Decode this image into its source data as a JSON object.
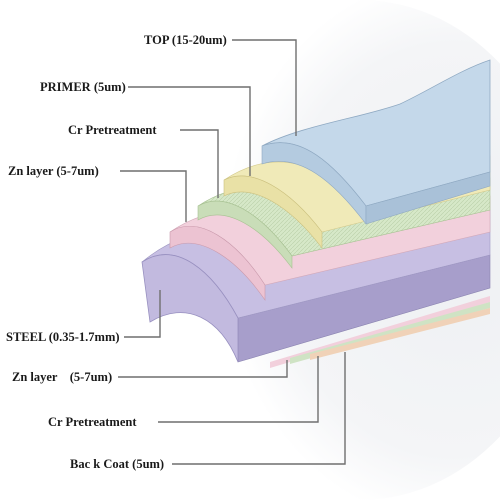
{
  "layers": [
    {
      "id": "top",
      "label": "TOP (15-20um)",
      "color": "#c4d8ea"
    },
    {
      "id": "primer",
      "label": "PRIMER (5um)",
      "color": "#f0eab8"
    },
    {
      "id": "cr-top",
      "label": "Cr Pretreatment",
      "color": "#d6e8c8"
    },
    {
      "id": "zn-top",
      "label": "Zn layer (5-7um)",
      "color": "#f2d0dc"
    },
    {
      "id": "steel",
      "label": "STEEL (0.35-1.7mm)",
      "color": "#c2badf"
    },
    {
      "id": "zn-bottom",
      "label": "Zn layer    (5-7um)",
      "color": "#f2d0dc"
    },
    {
      "id": "cr-bottom",
      "label": "Cr Pretreatment",
      "color": "#cfe3c4"
    },
    {
      "id": "back-coat",
      "label": "Bac k Coat (5um)",
      "color": "#f0d2b8"
    }
  ]
}
